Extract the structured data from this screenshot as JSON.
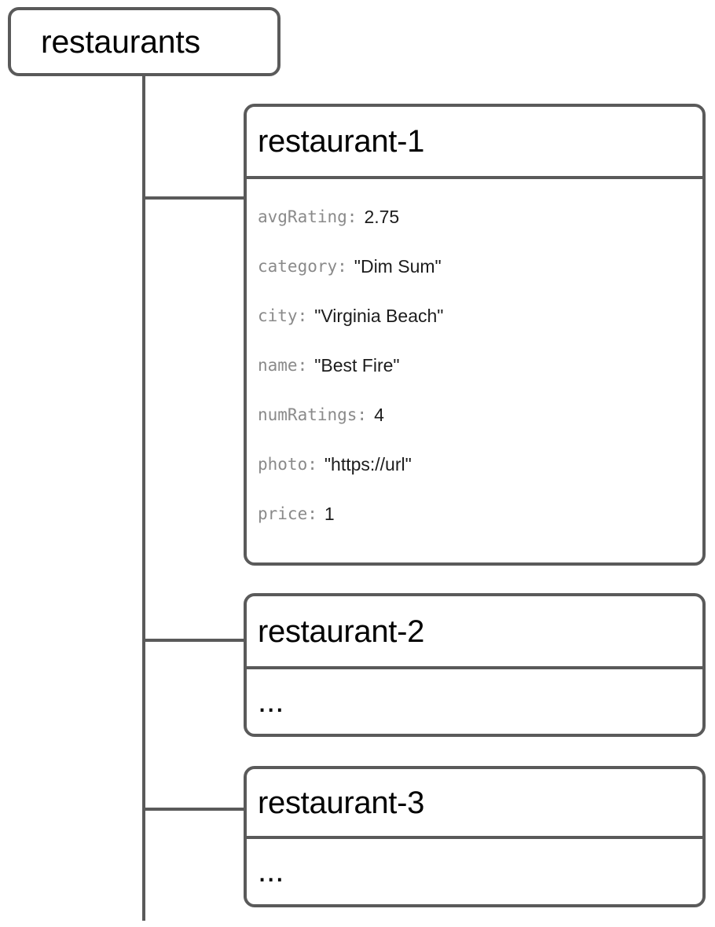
{
  "diagram": {
    "type": "tree",
    "root": {
      "label": "restaurants"
    },
    "documents": [
      {
        "title": "restaurant-1",
        "fields": [
          {
            "key": "avgRating:",
            "value": "2.75"
          },
          {
            "key": "category:",
            "value": "\"Dim Sum\""
          },
          {
            "key": "city:",
            "value": "\"Virginia Beach\""
          },
          {
            "key": "name:",
            "value": "\"Best Fire\""
          },
          {
            "key": "numRatings:",
            "value": "4"
          },
          {
            "key": "photo:",
            "value": "\"https://url\""
          },
          {
            "key": "price:",
            "value": "1"
          }
        ]
      },
      {
        "title": "restaurant-2",
        "placeholder": "..."
      },
      {
        "title": "restaurant-3",
        "placeholder": "..."
      }
    ]
  },
  "colors": {
    "stroke": "#5a5a5a",
    "key_text": "#8a8a8a",
    "value_text": "#1c1c1c",
    "title_text": "#000000",
    "background": "#ffffff"
  }
}
